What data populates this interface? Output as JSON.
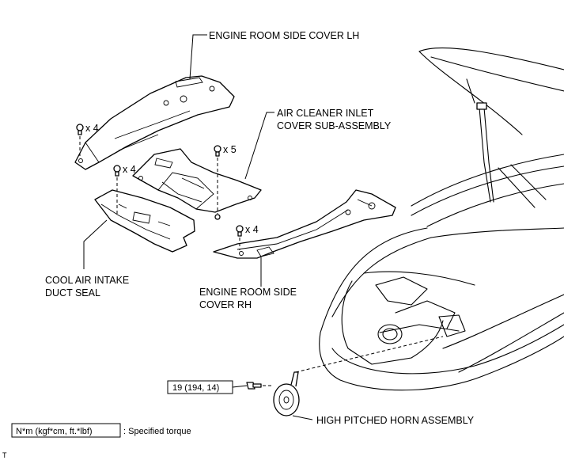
{
  "labels": {
    "engine_room_side_cover_lh": "ENGINE ROOM SIDE COVER LH",
    "air_cleaner_inlet_line1": "AIR CLEANER INLET",
    "air_cleaner_inlet_line2": "COVER SUB-ASSEMBLY",
    "cool_air_intake_line1": "COOL AIR INTAKE",
    "cool_air_intake_line2": "DUCT SEAL",
    "engine_room_side_cover_rh_line1": "ENGINE ROOM SIDE",
    "engine_room_side_cover_rh_line2": "COVER RH",
    "high_pitched_horn": "HIGH PITCHED HORN ASSEMBLY"
  },
  "quantities": {
    "lh_clips": "x 4",
    "air_cleaner_clips": "x 5",
    "duct_seal_clips": "x 4",
    "rh_clips": "x 4"
  },
  "torque": {
    "value": "19 (194, 14)"
  },
  "legend": {
    "units": "N*m (kgf*cm, ft.*lbf)",
    "meaning": ": Specified torque"
  },
  "footer": {
    "mark": "T"
  },
  "icons": [
    "clip-icon",
    "bolt-icon",
    "horn-icon"
  ]
}
